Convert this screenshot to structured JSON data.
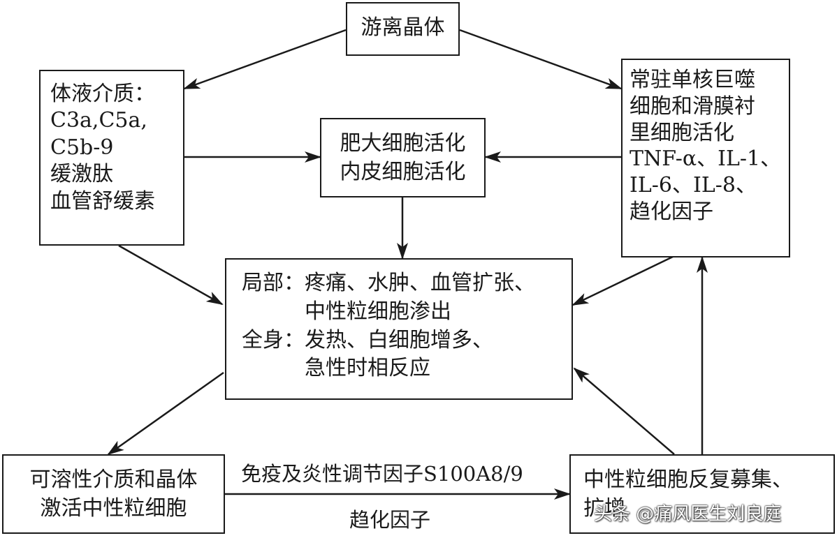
{
  "nodes": {
    "free_crystals": {
      "lines": [
        "游离晶体"
      ]
    },
    "humoral_mediators": {
      "lines": [
        "体液介质：",
        "C3a,C5a,",
        "C5b-9",
        "缓激肽",
        "血管舒缓素"
      ]
    },
    "mast_cells": {
      "lines": [
        "肥大细胞活化",
        "内皮细胞活化"
      ]
    },
    "macrophages": {
      "lines": [
        "常驻单核巨噬",
        "细胞和滑膜衬",
        "里细胞活化",
        "TNF-α、IL-1、",
        "IL-6、IL-8、",
        "趋化因子"
      ]
    },
    "response": {
      "lines": [
        "局部：疼痛、水肿、血管扩张、",
        "　　　中性粒细胞渗出",
        "全身：发热、白细胞增多、",
        "　　　急性时相反应"
      ]
    },
    "neutrophil_activation": {
      "lines": [
        "可溶性介质和晶体",
        "激活中性粒细胞"
      ]
    },
    "neutrophil_recruit": {
      "lines": [
        "中性粒细胞反复募集、",
        "扩增"
      ]
    }
  },
  "edge_labels": {
    "top": "免疫及炎性调节因子S100A8/9",
    "bottom": "趋化因子"
  },
  "watermark": "头条 @痛风医生刘良庭"
}
